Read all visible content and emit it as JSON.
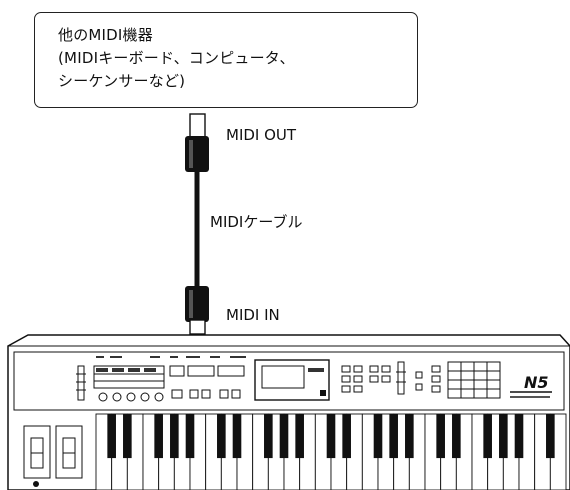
{
  "device_box": {
    "lines": [
      "他のMIDI機器",
      "(MIDIキーボード、コンピュータ、",
      "シーケンサーなど)"
    ]
  },
  "labels": {
    "midi_out": "MIDI OUT",
    "cable": "MIDIケーブル",
    "midi_in": "MIDI IN"
  },
  "keyboard": {
    "model": "N5"
  }
}
